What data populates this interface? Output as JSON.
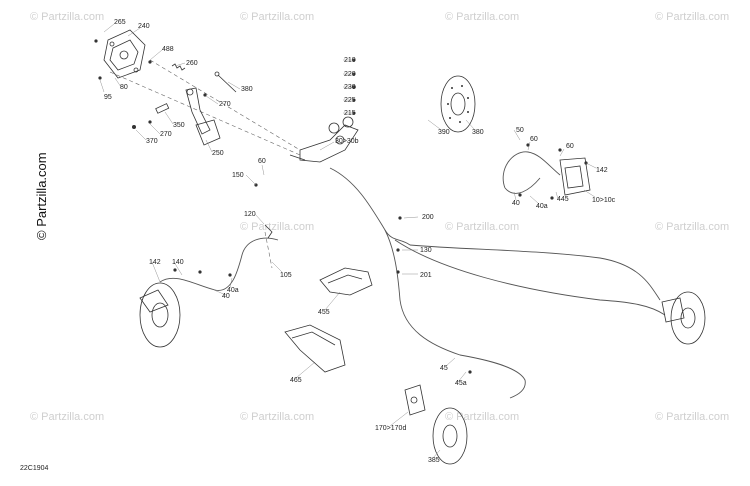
{
  "watermark": {
    "text": "© Partzilla.com",
    "vertical_text": "© Partzilla.com"
  },
  "reference_code": "22C1904",
  "callouts": [
    {
      "id": "c265",
      "text": "265"
    },
    {
      "id": "c240",
      "text": "240"
    },
    {
      "id": "c488",
      "text": "488"
    },
    {
      "id": "c260",
      "text": "260"
    },
    {
      "id": "c80",
      "text": "80"
    },
    {
      "id": "c95",
      "text": "95"
    },
    {
      "id": "c380a",
      "text": "380"
    },
    {
      "id": "c270a",
      "text": "270"
    },
    {
      "id": "c350",
      "text": "350"
    },
    {
      "id": "c270b",
      "text": "270"
    },
    {
      "id": "c370",
      "text": "370"
    },
    {
      "id": "c250",
      "text": "250"
    },
    {
      "id": "c210",
      "text": "210"
    },
    {
      "id": "c220",
      "text": "220"
    },
    {
      "id": "c230",
      "text": "230"
    },
    {
      "id": "c225",
      "text": "225"
    },
    {
      "id": "c215",
      "text": "215"
    },
    {
      "id": "c30",
      "text": "30>30b"
    },
    {
      "id": "c60a",
      "text": "60"
    },
    {
      "id": "c150",
      "text": "150"
    },
    {
      "id": "c390",
      "text": "390"
    },
    {
      "id": "c380b",
      "text": "380"
    },
    {
      "id": "c50",
      "text": "50"
    },
    {
      "id": "c60b",
      "text": "60"
    },
    {
      "id": "c60c",
      "text": "60"
    },
    {
      "id": "c142a",
      "text": "142"
    },
    {
      "id": "c40a",
      "text": "40"
    },
    {
      "id": "c40aa",
      "text": "40a"
    },
    {
      "id": "c445",
      "text": "445"
    },
    {
      "id": "c10",
      "text": "10>10c"
    },
    {
      "id": "c200",
      "text": "200"
    },
    {
      "id": "c120",
      "text": "120"
    },
    {
      "id": "c130",
      "text": "130"
    },
    {
      "id": "c105",
      "text": "105"
    },
    {
      "id": "c201",
      "text": "201"
    },
    {
      "id": "c142b",
      "text": "142"
    },
    {
      "id": "c140",
      "text": "140"
    },
    {
      "id": "c40ab",
      "text": "40a"
    },
    {
      "id": "c40b",
      "text": "40"
    },
    {
      "id": "c455",
      "text": "455"
    },
    {
      "id": "c465",
      "text": "465"
    },
    {
      "id": "c45",
      "text": "45"
    },
    {
      "id": "c45a",
      "text": "45a"
    },
    {
      "id": "c170",
      "text": "170>170d"
    },
    {
      "id": "c385",
      "text": "385"
    }
  ]
}
